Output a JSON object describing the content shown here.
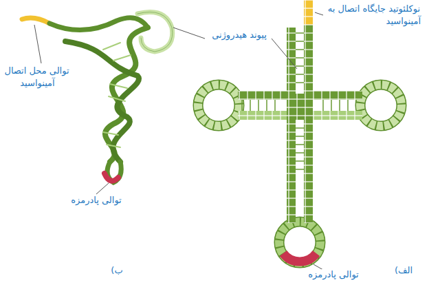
{
  "diagram": {
    "labels": [
      "نوکلئوتید جایگاه اتصال به آمینواسید",
      "پیوند هیدروژنی",
      "توالی محل اتصال آمینواسید",
      "توالی پادرمزه",
      "توالی پادرمزه",
      "ب)",
      "الف)"
    ]
  }
}
